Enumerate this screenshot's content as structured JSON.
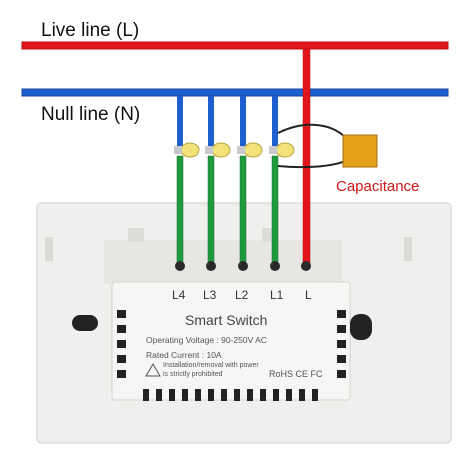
{
  "labels": {
    "live_line": "Live line (L)",
    "null_line": "Null line (N)",
    "capacitance": "Capacitance"
  },
  "switch": {
    "terminals": [
      "L4",
      "L3",
      "L2",
      "L1",
      "L"
    ],
    "title": "Smart Switch",
    "operating_voltage": "Operating Voltage : 90-250V AC",
    "rated_current": "Rated Current : 10A",
    "warning_line1": "Installation/removal with power",
    "warning_line2": "is strictly prohibited",
    "certifications": "RoHS CE FC"
  },
  "colors": {
    "live_wire": "#e0161b",
    "null_wire": "#1e5fd0",
    "load_wire": "#1e9a3a",
    "capacitor": "#e3a21a",
    "bulb": "#f3e27a"
  }
}
